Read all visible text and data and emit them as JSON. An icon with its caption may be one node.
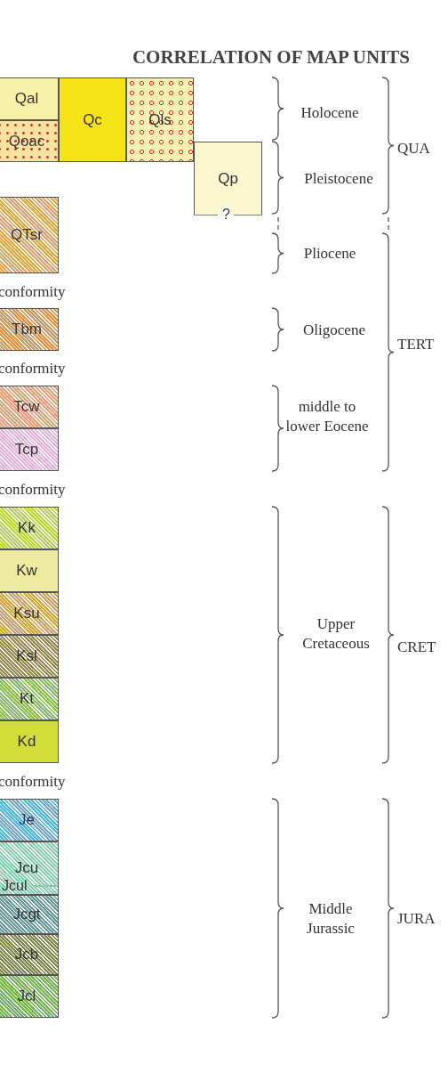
{
  "diagram": {
    "title": "CORRELATION OF MAP UNITS",
    "nodes": [
      {
        "text": [
          "Qal"
        ]
      },
      {
        "text": [
          "Qc"
        ]
      },
      {
        "text": [
          "Qls"
        ]
      },
      {
        "text": [
          "Qoac"
        ]
      },
      {
        "text": [
          "Qp"
        ]
      },
      {
        "text": [
          "QTsr"
        ]
      },
      {
        "text": [
          "Tbm"
        ]
      },
      {
        "text": [
          "Tcw"
        ]
      },
      {
        "text": [
          "Tcp"
        ]
      },
      {
        "text": [
          "Kk"
        ]
      },
      {
        "text": [
          "Kw"
        ]
      },
      {
        "text": [
          "Ksu"
        ]
      },
      {
        "text": [
          "Ksl"
        ]
      },
      {
        "text": [
          "Kt"
        ]
      },
      {
        "text": [
          "Kd"
        ]
      },
      {
        "text": [
          "Je"
        ]
      },
      {
        "text": [
          "Jcu"
        ]
      },
      {
        "text": [
          "Jcgt"
        ]
      },
      {
        "text": [
          "Jcb"
        ]
      },
      {
        "text": [
          "Jcl"
        ]
      }
    ],
    "labels": [
      "Holocene",
      "QUA",
      "Pleistocene",
      "?",
      "Pliocene",
      "conformity",
      "Oligocene",
      "TERT",
      "conformity",
      "middle to lower Eocene",
      "conformity",
      "Upper Cretaceous",
      "CRET",
      "conformity",
      "Jcul",
      "Middle Jurassic",
      "JURA"
    ]
  }
}
